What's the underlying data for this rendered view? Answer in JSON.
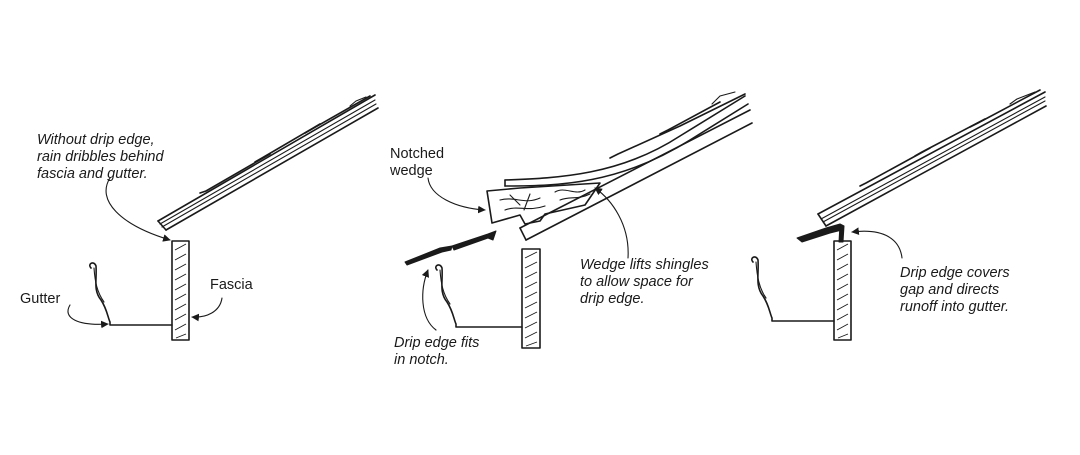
{
  "labels": {
    "panel1": {
      "without_drip_edge": "Without drip edge,\nrain dribbles behind\nfascia and gutter.",
      "gutter": "Gutter",
      "fascia": "Fascia"
    },
    "panel2": {
      "notched_wedge": "Notched\nwedge",
      "wedge_lifts": "Wedge lifts shingles\nto allow space for\ndrip edge.",
      "drip_edge_fits": "Drip edge fits\nin notch."
    },
    "panel3": {
      "drip_edge_covers": "Drip edge covers\ngap and directs\nrunoff into gutter."
    }
  },
  "colors": {
    "ink": "#1a1a1a",
    "background": "#ffffff"
  }
}
